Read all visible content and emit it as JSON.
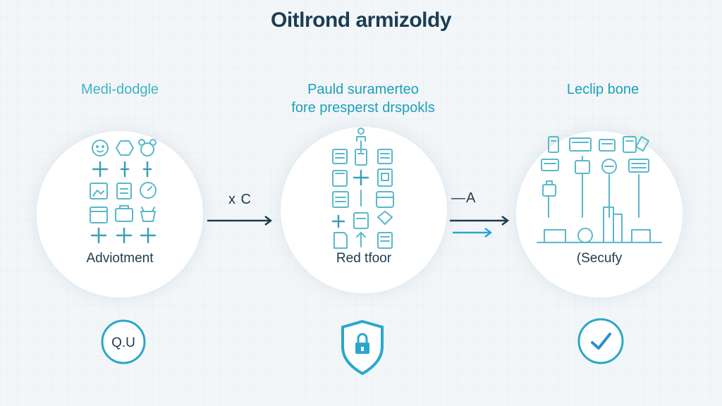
{
  "title": "Oitlrond armizoldy",
  "columns": [
    {
      "heading": "Medi-dodgle",
      "circle_label": "Adviotment"
    },
    {
      "heading_line1": "Pauld suramerteo",
      "heading_line2": "fore presperst drspokls",
      "circle_label": "Red tfoor"
    },
    {
      "heading": "Leclip bone",
      "circle_label": "(Secufy"
    }
  ],
  "connectors": [
    {
      "label": "x C"
    },
    {
      "label": "—A"
    }
  ],
  "badges": [
    {
      "text": "Q.U",
      "icon": "magnifier-badge-icon"
    },
    {
      "icon": "shield-lock-icon"
    },
    {
      "icon": "checkmark-circle-icon"
    }
  ],
  "colors": {
    "title": "#1b3d52",
    "accent": "#1c9fbd",
    "accent_light": "#3fb2c8",
    "dark_line": "#1e3b4f"
  }
}
